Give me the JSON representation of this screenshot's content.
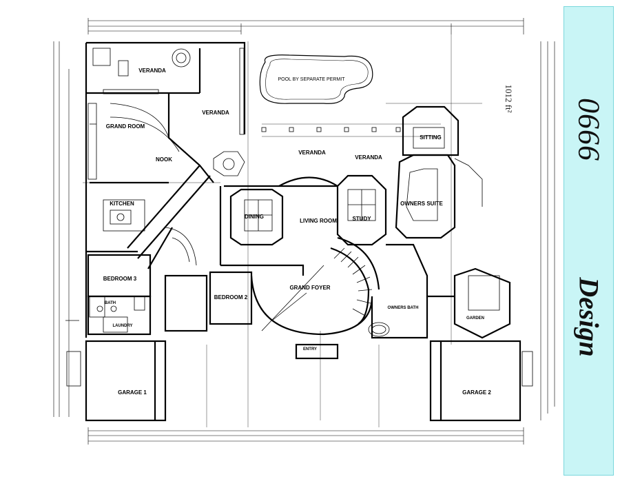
{
  "sidebar": {
    "plan_number": "0666",
    "designer_word": "Design"
  },
  "sqft_note": "1012 ft²",
  "rooms": {
    "veranda_top": "VERANDA",
    "veranda_mid": "VERANDA",
    "veranda_center": "VERANDA",
    "veranda_right": "VERANDA",
    "grand_room": "GRAND ROOM",
    "nook": "NOOK",
    "kitchen": "KITCHEN",
    "dining": "DINING",
    "living_room": "LIVING ROOM",
    "study": "STUDY",
    "sitting": "SITTING",
    "owners_suite": "OWNERS SUITE",
    "bedroom3": "BEDROOM 3",
    "bedroom2": "BEDROOM 2",
    "grand_foyer": "GRAND FOYER",
    "owners_bath": "OWNERS BATH",
    "garden": "GARDEN",
    "laundry": "LAUNDRY",
    "bath": "BATH",
    "garage1": "GARAGE 1",
    "garage2": "GARAGE 2",
    "entry": "ENTRY"
  },
  "pool_note": "POOL BY SEPARATE PERMIT",
  "colors": {
    "sidebar_bg": "#c9f5f6",
    "sidebar_border": "#7ad7dc",
    "line": "#000000"
  }
}
